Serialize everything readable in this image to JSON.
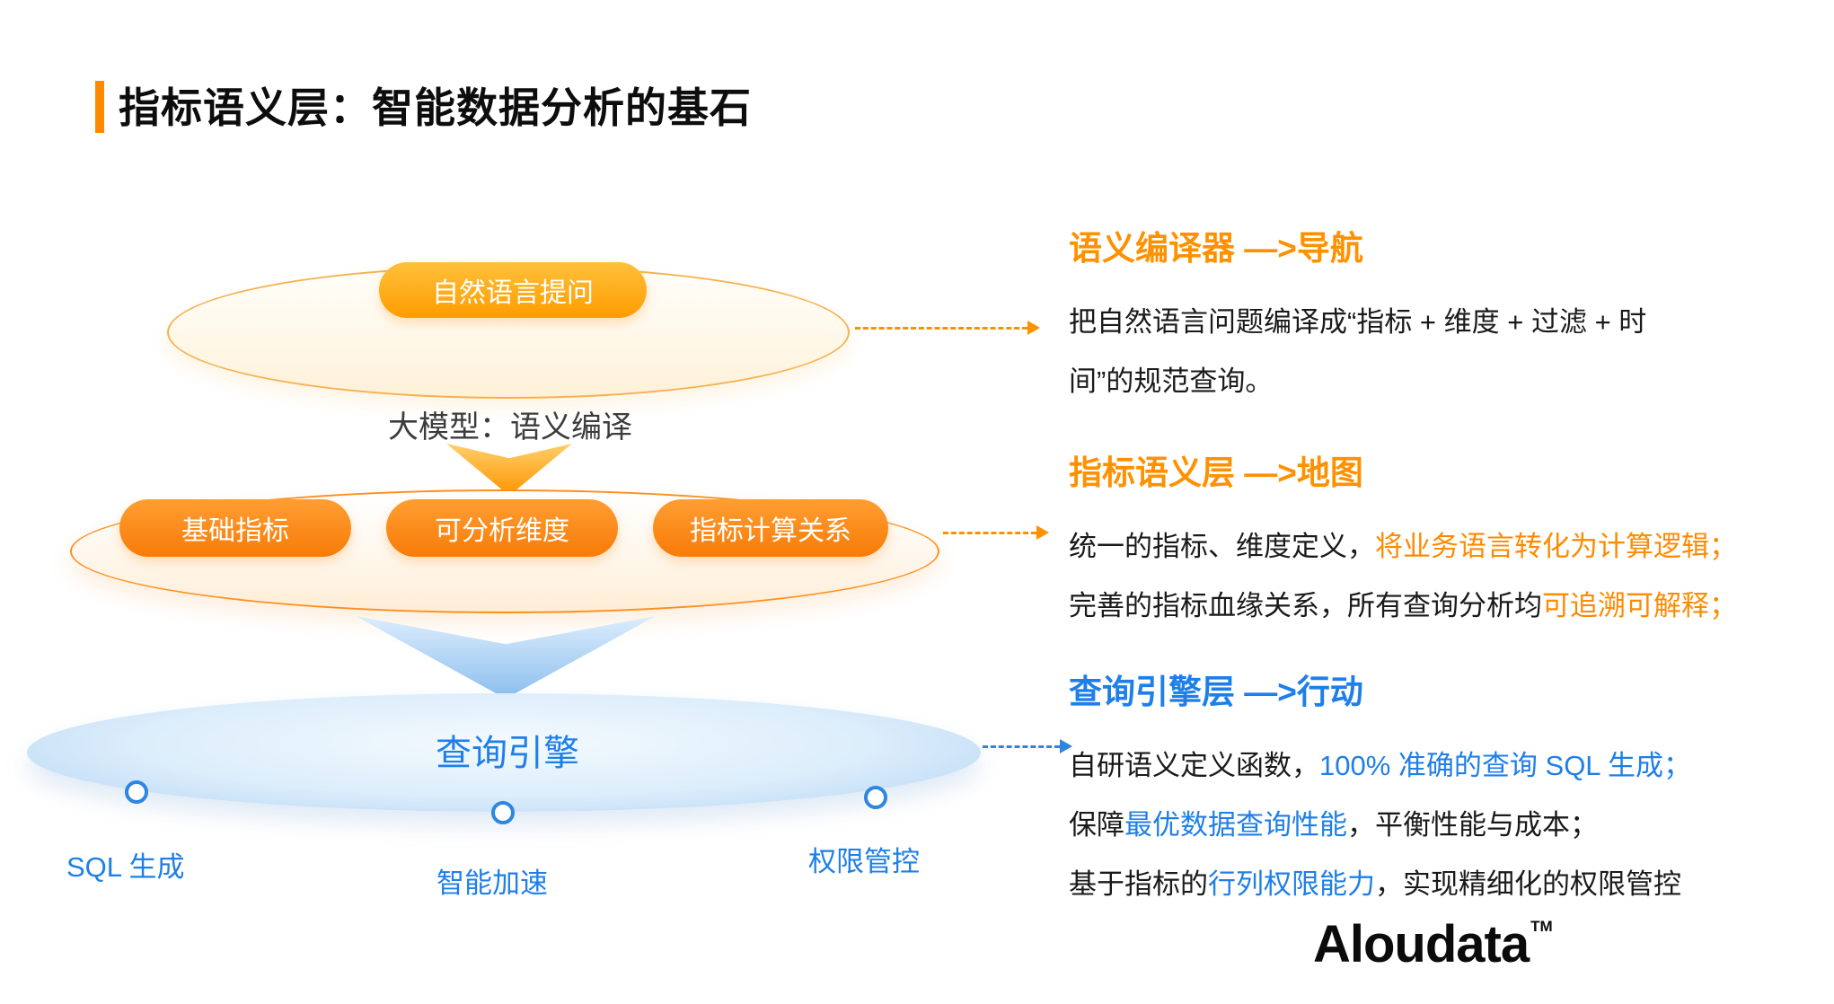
{
  "title": "指标语义层：智能数据分析的基石",
  "colors": {
    "orange": "#FF8A00",
    "blue": "#1E7FE8"
  },
  "funnel": {
    "nl_pill": "自然语言提问",
    "model_label": "大模型：语义编译",
    "middle_pills": [
      "基础指标",
      "可分析维度",
      "指标计算关系"
    ],
    "engine_label": "查询引擎",
    "engine_nodes": [
      "SQL 生成",
      "智能加速",
      "权限管控"
    ]
  },
  "sections": [
    {
      "heading": "语义编译器 —>导航",
      "lines": [
        [
          {
            "text": "把自然语言问题编译成“指标 + 维度 + 过滤 + 时",
            "hl": ""
          }
        ],
        [
          {
            "text": "间”的规范查询。",
            "hl": ""
          }
        ]
      ]
    },
    {
      "heading": "指标语义层 —>地图",
      "lines": [
        [
          {
            "text": "统一的指标、维度定义，",
            "hl": ""
          },
          {
            "text": "将业务语言转化为计算逻辑；",
            "hl": "orange"
          }
        ],
        [
          {
            "text": "完善的指标血缘关系，所有查询分析均",
            "hl": ""
          },
          {
            "text": "可追溯可解释；",
            "hl": "orange"
          }
        ]
      ]
    },
    {
      "heading": "查询引擎层 —>行动",
      "lines": [
        [
          {
            "text": "自研语义定义函数，",
            "hl": ""
          },
          {
            "text": "100% 准确的查询 SQL 生成；",
            "hl": "blue"
          }
        ],
        [
          {
            "text": "保障",
            "hl": ""
          },
          {
            "text": "最优数据查询性能",
            "hl": "blue"
          },
          {
            "text": "，平衡性能与成本；",
            "hl": ""
          }
        ],
        [
          {
            "text": "基于指标的",
            "hl": ""
          },
          {
            "text": "行列权限能力",
            "hl": "blue"
          },
          {
            "text": "，实现精细化的权限管控",
            "hl": ""
          }
        ]
      ]
    }
  ],
  "logo": {
    "text": "Aloudata",
    "tm": "TM"
  }
}
